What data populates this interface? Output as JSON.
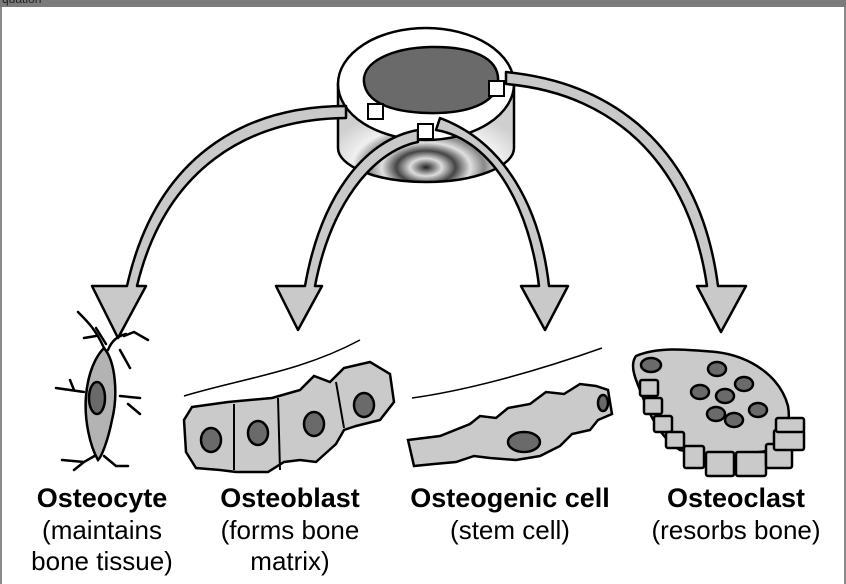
{
  "window": {
    "title_fragment": "quation"
  },
  "diagram": {
    "cells": [
      {
        "id": "osteocyte",
        "name": "Osteocyte",
        "desc_lines": [
          "(maintains",
          "bone tissue)"
        ]
      },
      {
        "id": "osteoblast",
        "name": "Osteoblast",
        "desc_lines": [
          "(forms bone",
          "matrix)"
        ]
      },
      {
        "id": "osteogenic",
        "name": "Osteogenic cell",
        "desc_lines": [
          "(stem cell)"
        ]
      },
      {
        "id": "osteoclast",
        "name": "Osteoclast",
        "desc_lines": [
          "(resorbs bone)"
        ]
      }
    ]
  }
}
